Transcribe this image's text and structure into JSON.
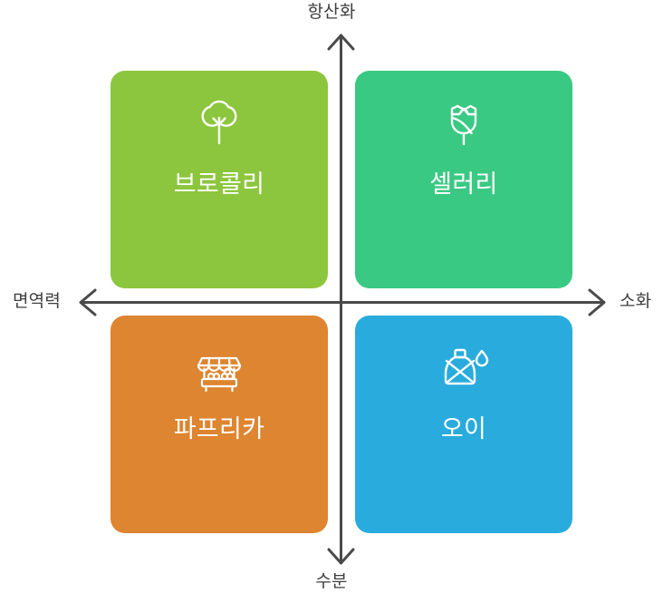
{
  "axes": {
    "top": {
      "label": "항산화",
      "arrow": "arrow-up"
    },
    "bottom": {
      "label": "수분",
      "arrow": "arrow-down"
    },
    "left": {
      "label": "면역력",
      "arrow": "arrow-left"
    },
    "right": {
      "label": "소화",
      "arrow": "arrow-right"
    },
    "line_color": "#4a4a4a",
    "label_color": "#3f3f3f"
  },
  "quadrants": [
    {
      "position": "top-left",
      "title": "브로콜리",
      "color": "#8cc63e",
      "icon": "tree-icon",
      "text_color": "#ffffff"
    },
    {
      "position": "top-right",
      "title": "셀러리",
      "color": "#3ac982",
      "icon": "tulip-flower-icon",
      "text_color": "#ffffff"
    },
    {
      "position": "bottom-left",
      "title": "파프리카",
      "color": "#dd8530",
      "icon": "market-stall-icon",
      "text_color": "#ffffff"
    },
    {
      "position": "bottom-right",
      "title": "오이",
      "color": "#29abdd",
      "icon": "water-jug-icon",
      "text_color": "#ffffff"
    }
  ],
  "chart_data": {
    "type": "scatter",
    "title": "",
    "xlabel": "면역력 ↔ 소화",
    "ylabel": "수분 ↔ 항산화",
    "axis_labels": {
      "x_negative": "면역력",
      "x_positive": "소화",
      "y_negative": "수분",
      "y_positive": "항산화"
    },
    "grid": false,
    "legend": "none",
    "points": [
      {
        "label": "브로콜리",
        "quadrant": "top-left",
        "x": -1,
        "y": 1,
        "color": "#8cc63e"
      },
      {
        "label": "셀러리",
        "quadrant": "top-right",
        "x": 1,
        "y": 1,
        "color": "#3ac982"
      },
      {
        "label": "파프리카",
        "quadrant": "bottom-left",
        "x": -1,
        "y": -1,
        "color": "#dd8530"
      },
      {
        "label": "오이",
        "quadrant": "bottom-right",
        "x": 1,
        "y": -1,
        "color": "#29abdd"
      }
    ],
    "xlim": [
      -1.5,
      1.5
    ],
    "ylim": [
      -1.5,
      1.5
    ]
  }
}
